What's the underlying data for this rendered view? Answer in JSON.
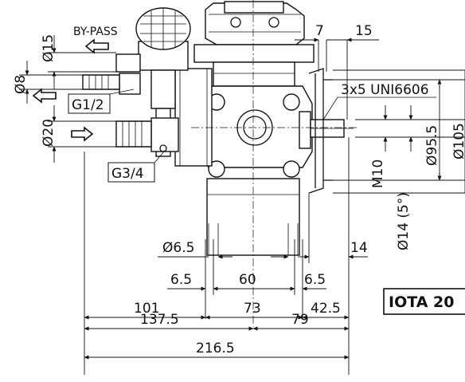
{
  "labels": {
    "bypass": "BY-PASS",
    "g12": "G1/2",
    "g34": "G3/4",
    "screw": "3x5 UNI6606",
    "model": "IOTA 20"
  },
  "dims": {
    "d15": "Ø15",
    "d8": "Ø8",
    "d20": "Ø20",
    "top7": "7",
    "top15": "15",
    "m10": "M10",
    "d14_5": "Ø14 (5°)",
    "d95": "Ø95.5",
    "d105": "Ø105",
    "d65": "Ø6.5",
    "r14": "14",
    "a65": "6.5",
    "a60": "60",
    "b65": "6.5",
    "c101": "101",
    "c73": "73",
    "c425": "42.5",
    "e1375": "137.5",
    "e79": "79",
    "f2165": "216.5"
  }
}
